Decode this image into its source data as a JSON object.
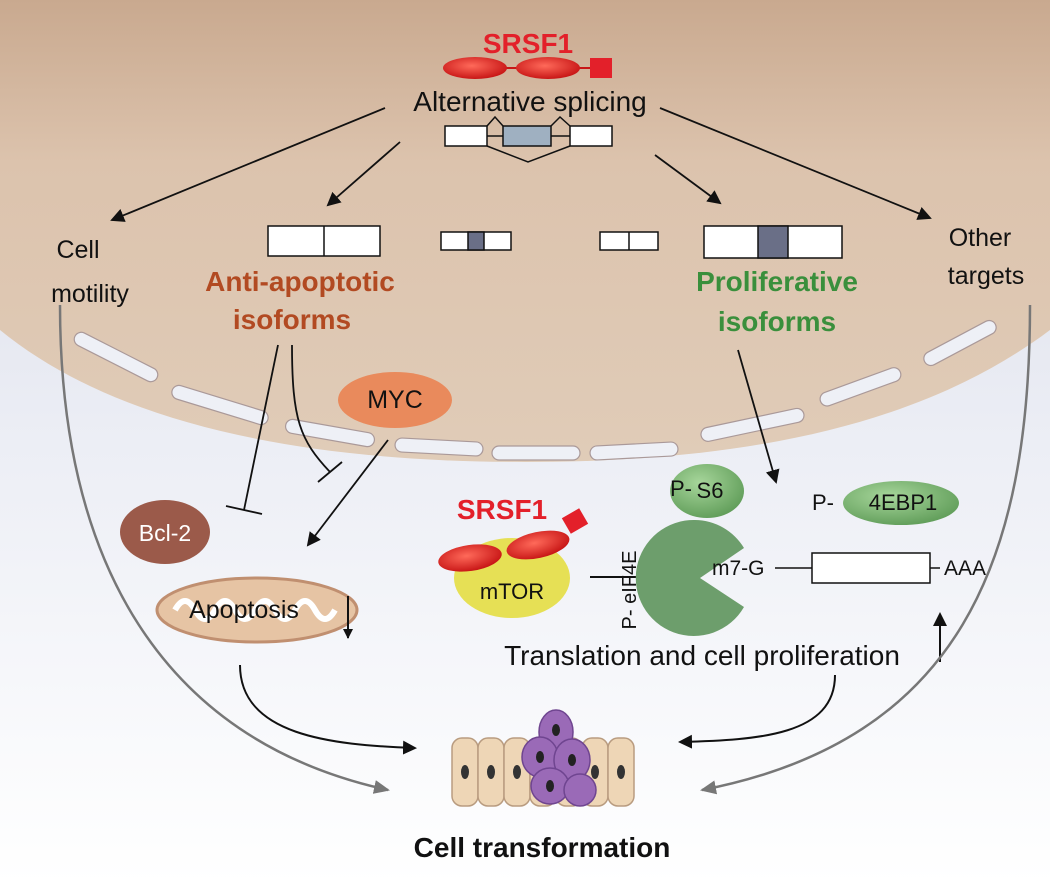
{
  "nucleus": {
    "srsf1_label": "SRSF1",
    "process_label": "Alternative splicing",
    "targets": {
      "cell_motility": [
        "Cell",
        "motility"
      ],
      "anti_apoptotic": [
        "Anti-apoptotic",
        "isoforms"
      ],
      "proliferative": [
        "Proliferative",
        "isoforms"
      ],
      "other": [
        "Other",
        "targets"
      ]
    }
  },
  "cytoplasm": {
    "myc": "MYC",
    "bcl2": "Bcl-2",
    "apoptosis": "Apoptosis",
    "srsf1_label": "SRSF1",
    "mtor": "mTOR",
    "eif4e": "P- eIF4E",
    "s6": "S6",
    "s6_p": "P-",
    "ebp1": "4EBP1",
    "ebp1_p": "P-",
    "cap": "m7-G",
    "polya": "AAA",
    "translation": "Translation and cell proliferation",
    "outcome": "Cell transformation"
  },
  "colors": {
    "nucleus": "#dcc3ad",
    "cytoplasm": "#e8eaf2",
    "srsf1": "#e3202a",
    "anti_apoptotic": "#b24a22",
    "proliferative": "#3a8f3c",
    "myc": "#e98a5c",
    "bcl2": "#9b5a4a",
    "mtor": "#e6e055",
    "eif4e": "#6d9e6c",
    "green_protein": "#76b56f",
    "exon_alt": "#9fb0c1",
    "exon_dark": "#6a6f87",
    "cell": "#eed6b6",
    "transformed_cell": "#9a6ab7"
  }
}
